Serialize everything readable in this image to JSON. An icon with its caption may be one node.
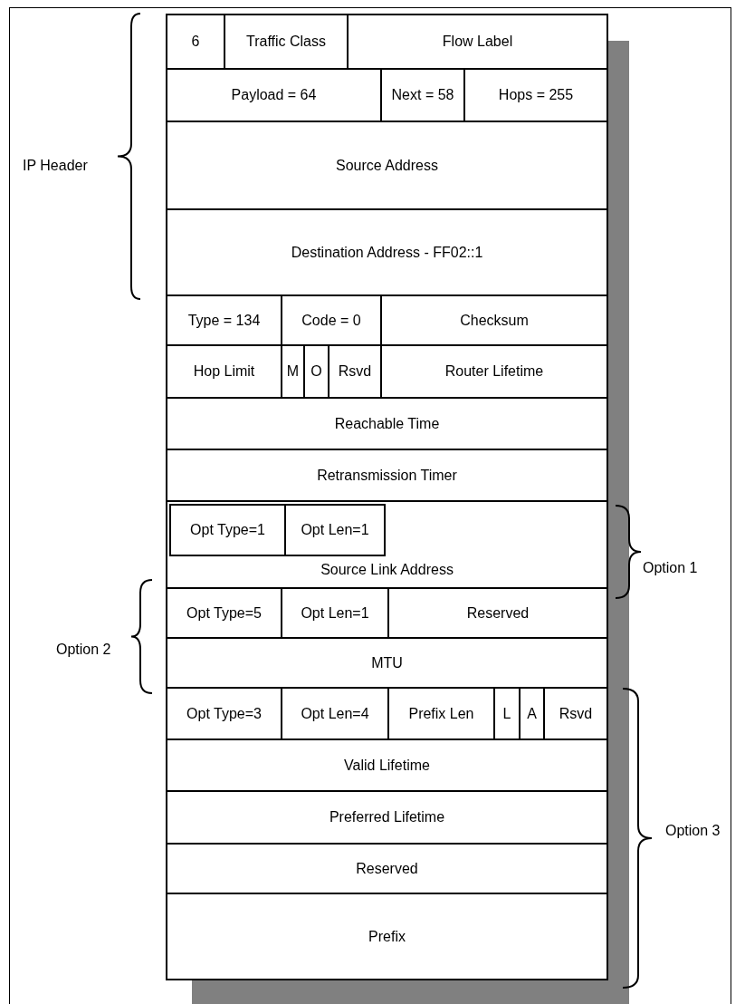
{
  "diagram": {
    "nodes": [
      {
        "text": [
          "6"
        ]
      },
      {
        "text": [
          "Traffic Class"
        ]
      },
      {
        "text": [
          "Flow Label"
        ]
      },
      {
        "text": [
          "Payload = 64"
        ]
      },
      {
        "text": [
          "Next = 58"
        ]
      },
      {
        "text": [
          "Hops = 255"
        ]
      },
      {
        "text": [
          "Source Address"
        ]
      },
      {
        "text": [
          "Destination Address - FF02::1"
        ]
      },
      {
        "text": [
          "Type = 134"
        ]
      },
      {
        "text": [
          "Code = 0"
        ]
      },
      {
        "text": [
          "Checksum"
        ]
      },
      {
        "text": [
          "Hop Limit"
        ]
      },
      {
        "text": [
          "M"
        ]
      },
      {
        "text": [
          "O"
        ]
      },
      {
        "text": [
          "Rsvd"
        ]
      },
      {
        "text": [
          "Router Lifetime"
        ]
      },
      {
        "text": [
          "Reachable Time"
        ]
      },
      {
        "text": [
          "Retransmission Timer"
        ]
      },
      {
        "text": [
          "Source Link Address"
        ]
      },
      {
        "text": [
          "Opt Type=1"
        ],
        "in": 18
      },
      {
        "text": [
          "Opt Len=1"
        ],
        "in": 18
      },
      {
        "text": [
          "Opt Type=5"
        ]
      },
      {
        "text": [
          "Opt Len=1"
        ]
      },
      {
        "text": [
          "Reserved"
        ]
      },
      {
        "text": [
          "MTU"
        ]
      },
      {
        "text": [
          "Opt Type=3"
        ]
      },
      {
        "text": [
          "Opt Len=4"
        ]
      },
      {
        "text": [
          "Prefix Len"
        ]
      },
      {
        "text": [
          "L"
        ]
      },
      {
        "text": [
          "A"
        ]
      },
      {
        "text": [
          "Rsvd"
        ]
      },
      {
        "text": [
          "Valid Lifetime"
        ]
      },
      {
        "text": [
          "Preferred Lifetime"
        ]
      },
      {
        "text": [
          "Reserved"
        ]
      },
      {
        "text": [
          "Prefix"
        ]
      }
    ],
    "labels": [
      "IP Header",
      "Option 1",
      "Option 2",
      "Option 3"
    ]
  }
}
